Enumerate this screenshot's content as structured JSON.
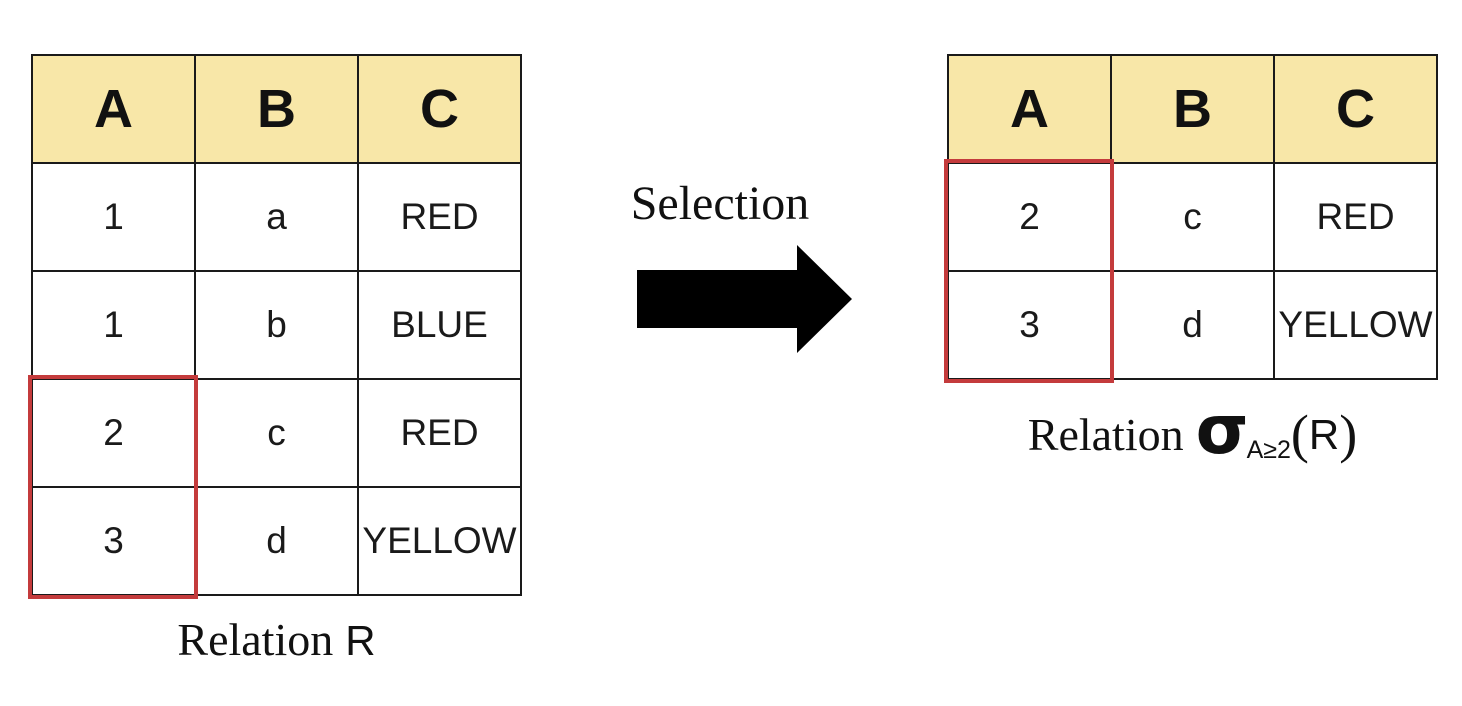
{
  "colors": {
    "header_fill": "#F8E7A8",
    "table_border": "#1a1a1a",
    "highlight_border": "#C43B3C",
    "arrow_fill": "#000000",
    "page_bg": "#ffffff"
  },
  "left_table": {
    "headers": [
      "A",
      "B",
      "C"
    ],
    "rows": [
      [
        "1",
        "a",
        "RED"
      ],
      [
        "1",
        "b",
        "BLUE"
      ],
      [
        "2",
        "c",
        "RED"
      ],
      [
        "3",
        "d",
        "YELLOW"
      ]
    ],
    "caption": {
      "prefix": "Relation",
      "symbol": "R"
    }
  },
  "arrow": {
    "label": "Selection"
  },
  "right_table": {
    "headers": [
      "A",
      "B",
      "C"
    ],
    "rows": [
      [
        "2",
        "c",
        "RED"
      ],
      [
        "3",
        "d",
        "YELLOW"
      ]
    ],
    "caption": {
      "prefix": "Relation",
      "sigma": "σ",
      "subscript": "A≥2",
      "open_paren": "(",
      "argument": "R",
      "close_paren": ")"
    }
  }
}
